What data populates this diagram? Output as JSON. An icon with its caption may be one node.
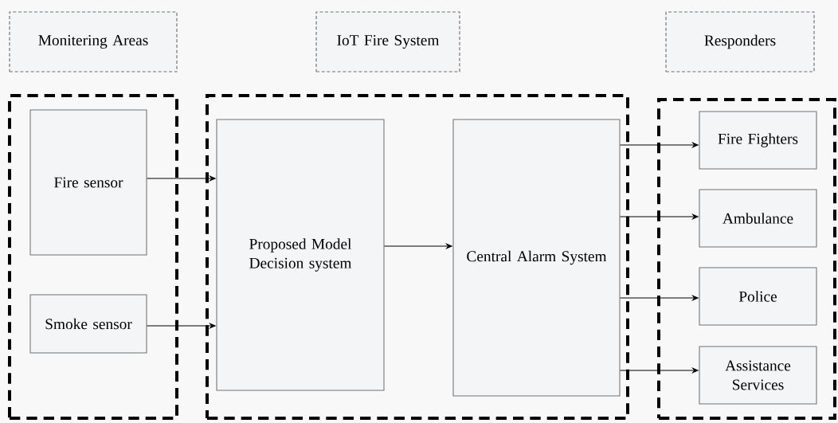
{
  "diagram": {
    "nodes": [
      {
        "text": [
          "Monitering Areas"
        ]
      },
      {
        "text": [
          "IoT Fire System"
        ]
      },
      {
        "text": [
          "Responders"
        ]
      },
      {
        "text": [],
        "shape": "box"
      },
      {
        "text": [
          "Fire sensor"
        ],
        "in": 3
      },
      {
        "text": [
          "Smoke sensor"
        ],
        "in": 3
      },
      {
        "text": [],
        "shape": "box"
      },
      {
        "text": [
          "Proposed Model Decision system"
        ],
        "in": 6
      },
      {
        "text": [
          "Central Alarm System"
        ],
        "in": 6
      },
      {
        "text": [],
        "shape": "box"
      },
      {
        "text": [
          "Fire Fighters"
        ],
        "in": 9
      },
      {
        "text": [
          "Ambulance"
        ],
        "in": 9
      },
      {
        "text": [
          "Police"
        ],
        "in": 9
      },
      {
        "text": [
          "Assistance Services"
        ],
        "in": 9
      }
    ],
    "edges": [
      {
        "from": 4,
        "to": 7,
        "arrow": "to"
      },
      {
        "from": 5,
        "to": 7,
        "arrow": "to"
      },
      {
        "from": 7,
        "to": 8,
        "arrow": "to"
      },
      {
        "from": 8,
        "to": 10,
        "arrow": "to"
      },
      {
        "from": 8,
        "to": 11,
        "arrow": "to"
      },
      {
        "from": 8,
        "to": 12,
        "arrow": "to"
      },
      {
        "from": 8,
        "to": 13,
        "arrow": "to"
      }
    ]
  }
}
